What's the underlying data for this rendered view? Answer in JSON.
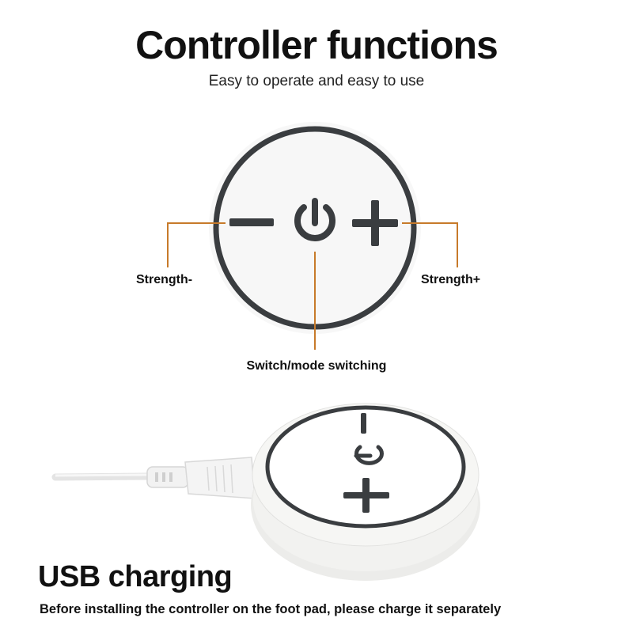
{
  "header": {
    "title": "Controller functions",
    "subtitle": "Easy to operate and easy to use"
  },
  "controller": {
    "labels": {
      "strength_minus": "Strength-",
      "strength_plus": "Strength+",
      "power": "Switch/mode switching"
    },
    "icons": [
      "minus-icon",
      "power-icon",
      "plus-icon"
    ],
    "colors": {
      "ring": "#3a3d40",
      "leader_line": "#c77a2a",
      "device_body": "#f4f4f2"
    }
  },
  "usb": {
    "title": "USB charging",
    "note": "Before installing the controller on the foot pad, please charge it separately"
  }
}
